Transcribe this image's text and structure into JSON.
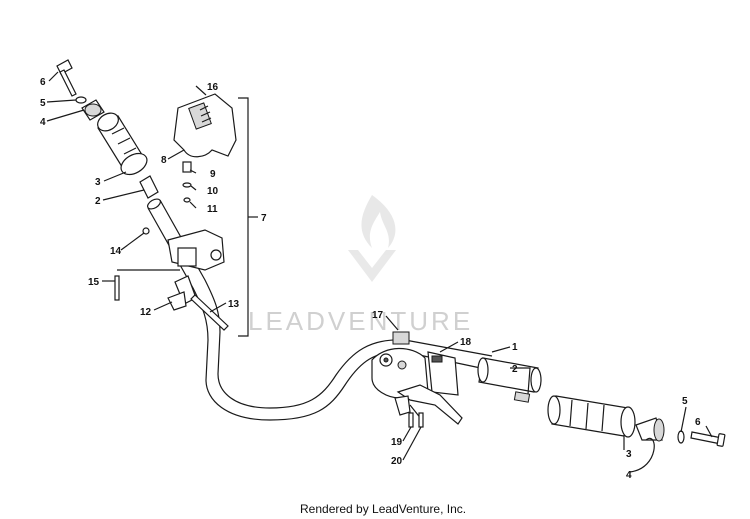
{
  "watermark": {
    "text": "LEADVENTURE"
  },
  "footer": {
    "text": "Rendered by LeadVenture, Inc."
  },
  "callouts": [
    {
      "id": "c1",
      "label": "1"
    },
    {
      "id": "c2r",
      "label": "2"
    },
    {
      "id": "c2l",
      "label": "2"
    },
    {
      "id": "c3l",
      "label": "3"
    },
    {
      "id": "c3r",
      "label": "3"
    },
    {
      "id": "c4l",
      "label": "4"
    },
    {
      "id": "c4r",
      "label": "4"
    },
    {
      "id": "c5l",
      "label": "5"
    },
    {
      "id": "c5r",
      "label": "5"
    },
    {
      "id": "c6l",
      "label": "6"
    },
    {
      "id": "c6r",
      "label": "6"
    },
    {
      "id": "c7",
      "label": "7"
    },
    {
      "id": "c8",
      "label": "8"
    },
    {
      "id": "c9",
      "label": "9"
    },
    {
      "id": "c10",
      "label": "10"
    },
    {
      "id": "c11",
      "label": "11"
    },
    {
      "id": "c12",
      "label": "12"
    },
    {
      "id": "c13",
      "label": "13"
    },
    {
      "id": "c14",
      "label": "14"
    },
    {
      "id": "c15",
      "label": "15"
    },
    {
      "id": "c16",
      "label": "16"
    },
    {
      "id": "c17",
      "label": "17"
    },
    {
      "id": "c18",
      "label": "18"
    },
    {
      "id": "c19",
      "label": "19"
    },
    {
      "id": "c20",
      "label": "20"
    }
  ]
}
